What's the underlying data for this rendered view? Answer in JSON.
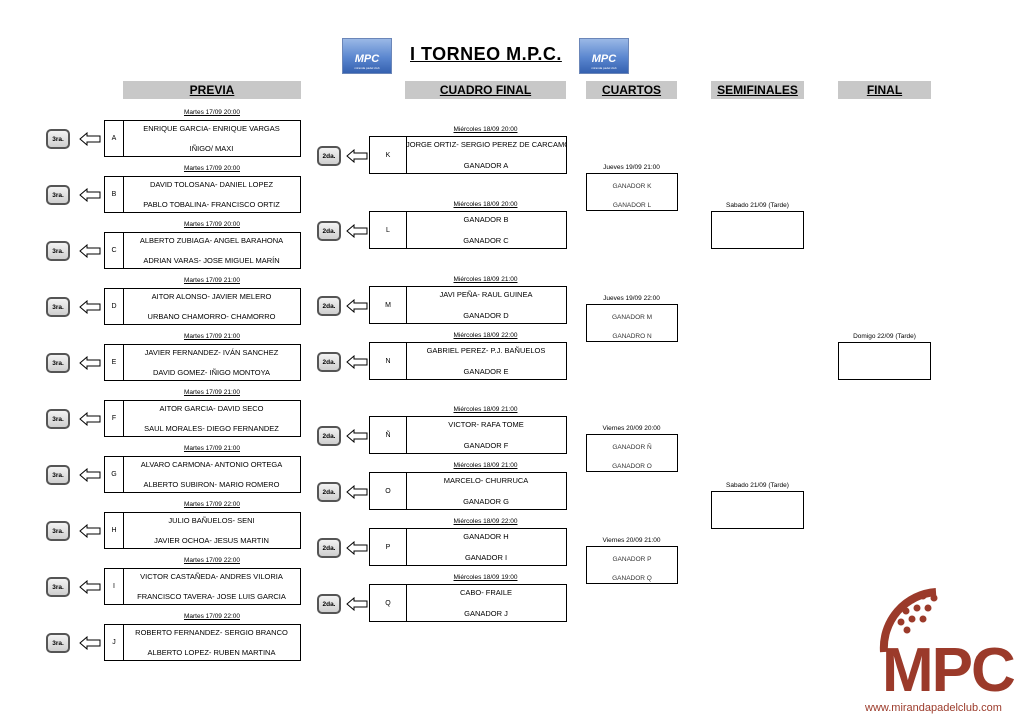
{
  "title": "I TORNEO M.P.C.",
  "logo": {
    "text": "MPC",
    "sub": "miranda padel club"
  },
  "headers": {
    "previa": "PREVIA",
    "cuadro": "CUADRO FINAL",
    "cuartos": "CUARTOS",
    "semis": "SEMIFINALES",
    "final": "FINAL"
  },
  "badges": {
    "third": "3ra.",
    "second": "2da."
  },
  "previa": [
    {
      "date": "Martes 17/09    20:00",
      "letter": "A",
      "p1": "ENRIQUE GARCIA- ENRIQUE VARGAS",
      "p2": "IÑIGO/ MAXI"
    },
    {
      "date": "Martes 17/09    20:00",
      "letter": "B",
      "p1": "DAVID TOLOSANA- DANIEL LOPEZ",
      "p2": "PABLO TOBALINA- FRANCISCO ORTIZ"
    },
    {
      "date": "Martes 17/09    20:00",
      "letter": "C",
      "p1": "ALBERTO ZUBIAGA- ANGEL BARAHONA",
      "p2": "ADRIAN VARAS- JOSE MIGUEL MARÍN"
    },
    {
      "date": "Martes 17/09    21:00",
      "letter": "D",
      "p1": "AITOR ALONSO- JAVIER MELERO",
      "p2": "URBANO CHAMORRO- CHAMORRO"
    },
    {
      "date": "Martes 17/09    21:00",
      "letter": "E",
      "p1": "JAVIER FERNANDEZ- IVÁN SANCHEZ",
      "p2": "DAVID GOMEZ- IÑIGO MONTOYA"
    },
    {
      "date": "Martes 17/09    21:00",
      "letter": "F",
      "p1": "AITOR GARCIA- DAVID SECO",
      "p2": "SAUL MORALES- DIEGO FERNANDEZ"
    },
    {
      "date": "Martes 17/09    21:00",
      "letter": "G",
      "p1": "ALVARO CARMONA- ANTONIO ORTEGA",
      "p2": "ALBERTO SUBIRON- MARIO ROMERO"
    },
    {
      "date": "Martes 17/09    22:00",
      "letter": "H",
      "p1": "JULIO BAÑUELOS- SENI",
      "p2": "JAVIER OCHOA- JESUS MARTIN"
    },
    {
      "date": "Martes 17/09    22:00",
      "letter": "I",
      "p1": "VICTOR CASTAÑEDA- ANDRES VILORIA",
      "p2": "FRANCISCO TAVERA- JOSE LUIS GARCIA"
    },
    {
      "date": "Martes 17/09    22:00",
      "letter": "J",
      "p1": "ROBERTO FERNANDEZ- SERGIO BRANCO",
      "p2": "ALBERTO LOPEZ- RUBEN MARTINA"
    }
  ],
  "cuadro": [
    {
      "date": "Miércoles 18/09    20:00",
      "letter": "K",
      "p1": "JORGE ORTIZ- SERGIO PEREZ DE CARCAMO",
      "p2": "GANADOR A"
    },
    {
      "date": "Miércoles 18/09    20:00",
      "letter": "L",
      "p1": "GANADOR B",
      "p2": "GANADOR C"
    },
    {
      "date": "Miércoles 18/09    21:00",
      "letter": "M",
      "p1": "JAVI PEÑA- RAUL GUINEA",
      "p2": "GANADOR D"
    },
    {
      "date": "Miércoles 18/09    22:00",
      "letter": "N",
      "p1": "GABRIEL PEREZ- P.J. BAÑUELOS",
      "p2": "GANADOR E"
    },
    {
      "date": "Miércoles 18/09    21:00",
      "letter": "Ñ",
      "p1": "VICTOR- RAFA TOME",
      "p2": "GANADOR F"
    },
    {
      "date": "Miércoles 18/09    21:00",
      "letter": "O",
      "p1": "MARCELO- CHURRUCA",
      "p2": "GANADOR G"
    },
    {
      "date": "Miércoles 18/09    22:00",
      "letter": "P",
      "p1": "GANADOR H",
      "p2": "GANADOR I"
    },
    {
      "date": "Miércoles 18/09    19:00",
      "letter": "Q",
      "p1": "CABO- FRAILE",
      "p2": "GANADOR J"
    }
  ],
  "cuartos": [
    {
      "date": "Jueves 19/09    21:00",
      "l1": "GANADOR K",
      "l2": "GANADOR L"
    },
    {
      "date": "Jueves 19/09    22:00",
      "l1": "GANADOR M",
      "l2": "GANADRO N"
    },
    {
      "date": "Viernes 20/09    20:00",
      "l1": "GANADOR Ñ",
      "l2": "GANADOR O"
    },
    {
      "date": "Viernes 20/09    21:00",
      "l1": "GANADOR P",
      "l2": "GANADOR Q"
    }
  ],
  "semis": [
    {
      "date": "Sabado 21/09 (Tarde)"
    },
    {
      "date": "Sabado 21/09 (Tarde)"
    }
  ],
  "final": {
    "date": "Domigo 22/09 (Tarde)"
  },
  "brand": {
    "text": "MPC",
    "url": "www.mirandapadelclub.com",
    "color": "#9b3a2a"
  }
}
